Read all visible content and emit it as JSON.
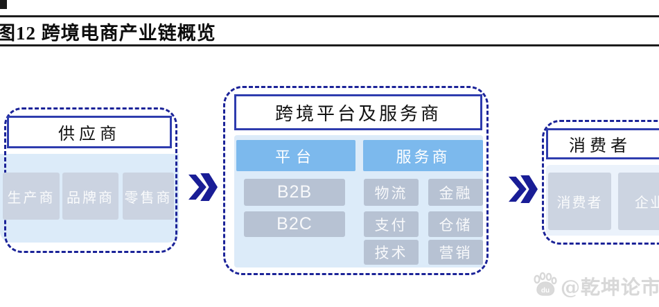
{
  "figure_title": "图12 跨境电商产业链概览",
  "groups": {
    "suppliers": {
      "title": "供应商",
      "items": [
        "生产商",
        "品牌商",
        "零售商"
      ]
    },
    "platforms": {
      "title": "跨境平台及服务商",
      "columns": [
        {
          "header": "平台",
          "items": [
            "B2B",
            "B2C"
          ]
        },
        {
          "header": "服务商",
          "items": [
            "物流",
            "金融",
            "支付",
            "仓储",
            "技术",
            "营销"
          ]
        }
      ]
    },
    "consumers": {
      "title": "消费者",
      "items": [
        "消费者",
        "企业"
      ]
    }
  },
  "watermark": {
    "icon": "baidu-paw-icon",
    "icon_label": "du",
    "text": "@乾坤论市"
  },
  "colors": {
    "dashed_border": "#1b2398",
    "solid_border": "#2e3cae",
    "header_blue": "#7cb9ed",
    "platform_item_gray": "#b7c2d3",
    "supplier_item_gray": "#cbd3e1",
    "panel_light_blue": "#dcebf9",
    "arrow_navy": "#191d96"
  }
}
